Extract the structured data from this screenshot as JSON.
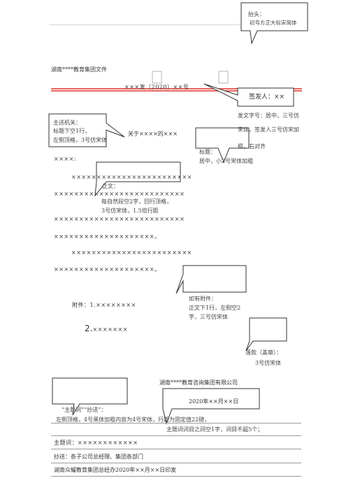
{
  "callouts": {
    "header_note_title": "抬头：",
    "header_note_body": "初号方正大标宋简体",
    "signer_title": "签发人：××",
    "signer_desc1": "发文字号：居中，三号仿",
    "signer_desc2": "宋体，签发人三号仿宋加",
    "signer_desc3": "粗，右对齐",
    "recipient_title": "主送机关：",
    "recipient_desc1": "标题下空1行，",
    "recipient_desc2": "左侧顶格，3号仿宋体",
    "title_note1": "标题：",
    "title_note2": "居中，小2号宋体加粗",
    "body_note1": "正文：",
    "body_note2": "每自然段空2字，回行顶格，",
    "body_note3": "3号仿宋体，1.5倍行距",
    "attach_note1": "如有附件：",
    "attach_note2": "正文下1行，左侧空2",
    "attach_note3": "字，三号仿宋体",
    "seal_note1": "落款（盖章）：",
    "seal_note2": "3号仿宋体",
    "keyword_note1": "“主题词”“抄送”：",
    "keyword_note2": "左侧顶格，4号黑体加粗内容为4号宋体，行距为固定值22磅，",
    "keyword_note3": "主题词词目之间空1字，词目不超5个；"
  },
  "header": {
    "org_line": "湖南****教育集团文件",
    "doc_number": "×××发〔2020〕××号"
  },
  "body": {
    "title": "关于××××的×××",
    "recipient": "××××:",
    "p1_line1": "××××××××××××××××××××××××",
    "p1_line2": "××××××××××××××××××××××××××",
    "p1_line3": "××××××××××××××××××××××××××",
    "p1_line4": "××××××××××××××××××××。",
    "p2_line1": "××××××××××××××××××××××××",
    "p2_line2": "××××××××××××××××××××。"
  },
  "attachments": {
    "item1": "附件：1.××××××××",
    "item2_num": "2.",
    "item2_text": "×××××××"
  },
  "signature": {
    "company": "湖南****教育咨询集团有限公司",
    "date": "2020年××月××日"
  },
  "footer": {
    "keywords": "主题词：××××××××××××",
    "cc": "抄送：各子公司总经理、集团各部门",
    "issuer": "湖南众耀教育集团总经办2020年××月××日印发"
  }
}
